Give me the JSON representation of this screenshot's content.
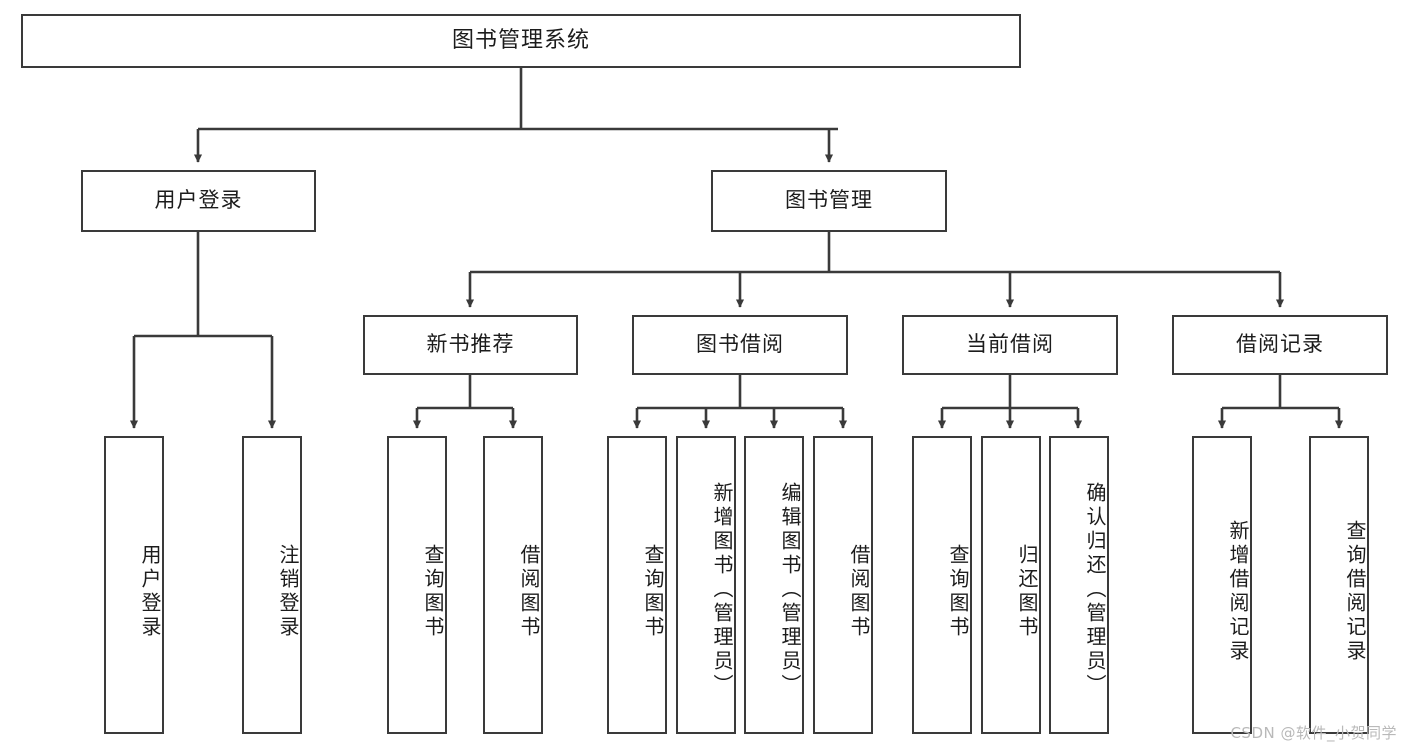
{
  "diagram": {
    "title": "图书管理系统",
    "type": "tree-hierarchy",
    "watermark": "CSDN @软件_小贺同学",
    "colors": {
      "stroke": "#3a3a3a",
      "text": "#1c1c1c",
      "background": "#ffffff",
      "watermark": "#b9b9b9"
    }
  },
  "nodes": {
    "root": {
      "label": "图书管理系统"
    },
    "level2": [
      {
        "label": "用户登录"
      },
      {
        "label": "图书管理"
      }
    ],
    "level3": [
      {
        "label": "新书推荐"
      },
      {
        "label": "图书借阅"
      },
      {
        "label": "当前借阅"
      },
      {
        "label": "借阅记录"
      }
    ],
    "leaves_user_login": [
      {
        "label": "用户登录"
      },
      {
        "label": "注销登录"
      }
    ],
    "leaves_new_book": [
      {
        "label": "查询图书"
      },
      {
        "label": "借阅图书"
      }
    ],
    "leaves_borrow": [
      {
        "label": "查询图书"
      },
      {
        "label": "新增图书（管理员）"
      },
      {
        "label": "编辑图书（管理员）"
      },
      {
        "label": "借阅图书"
      }
    ],
    "leaves_current": [
      {
        "label": "查询图书"
      },
      {
        "label": "归还图书"
      },
      {
        "label": "确认归还（管理员）"
      }
    ],
    "leaves_record": [
      {
        "label": "新增借阅记录"
      },
      {
        "label": "查询借阅记录"
      }
    ]
  }
}
